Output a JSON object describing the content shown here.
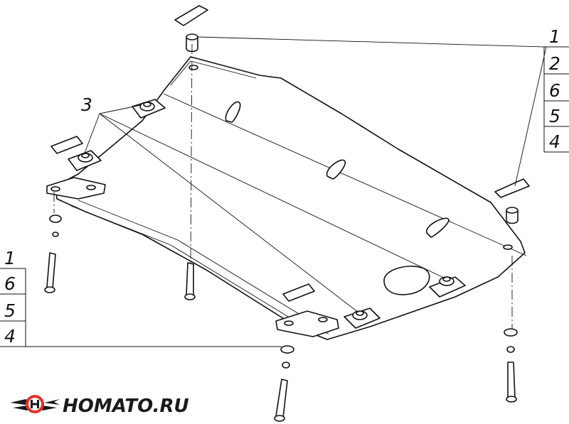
{
  "callouts": {
    "top_right": [
      "1",
      "2",
      "6",
      "5",
      "4"
    ],
    "left": [
      "1",
      "6",
      "5",
      "4"
    ],
    "upper_left": "3"
  },
  "logo": {
    "text": "HOMATO.RU",
    "icon": "car-wings-logo-icon",
    "colors": {
      "accent": "#e0302a",
      "dark": "#1a1a1a"
    }
  }
}
